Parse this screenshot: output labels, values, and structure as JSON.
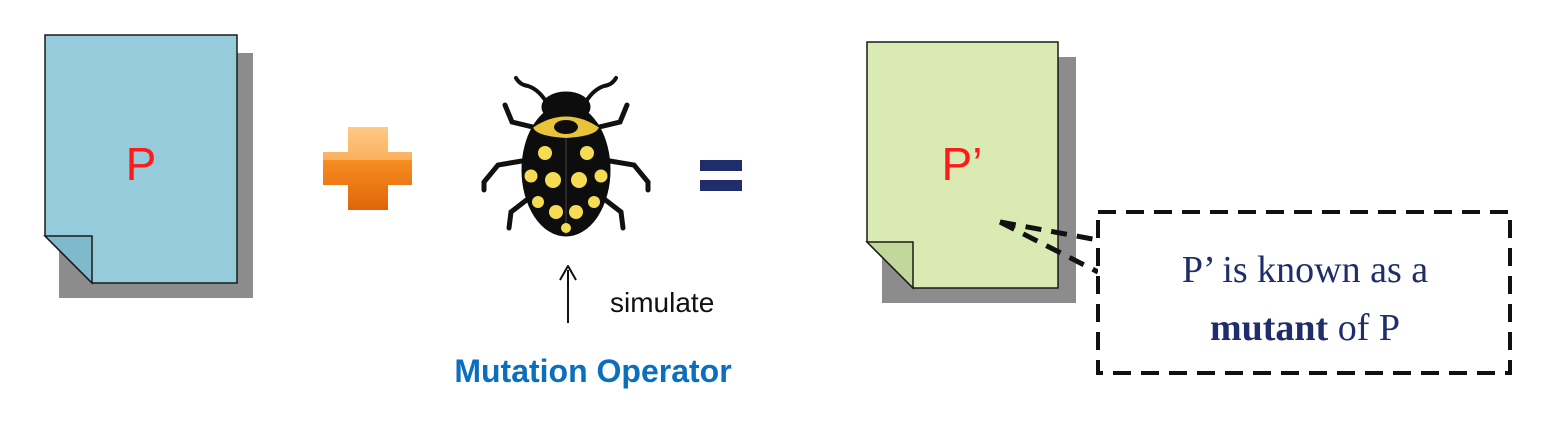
{
  "original": {
    "label": "P",
    "fill": "#96cbdc"
  },
  "mutant": {
    "label": "P’",
    "fill": "#d9eab2"
  },
  "operator": {
    "caption": "Mutation Operator",
    "arrow_label": "simulate",
    "caption_color": "#0a6fbf"
  },
  "callout": {
    "line1": "P’ is known as a",
    "line2_bold": "mutant",
    "line2_rest": " of P"
  },
  "colors": {
    "label_red": "#ff1a1a",
    "plus_orange": "#f07c12",
    "equals_navy": "#1f2d6b",
    "callout_text": "#1f2d6b"
  }
}
